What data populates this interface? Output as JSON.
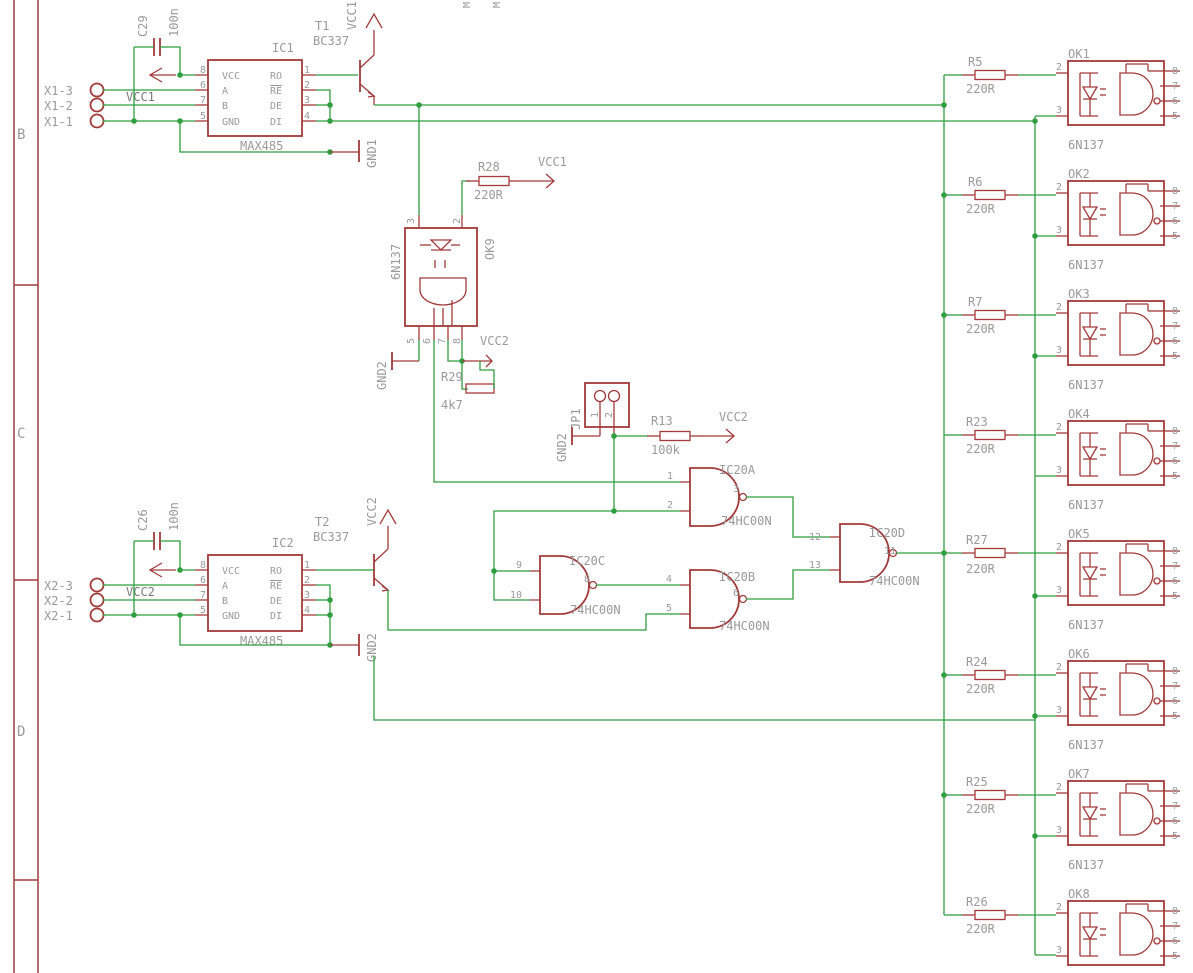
{
  "frame": {
    "rows": [
      "B",
      "C",
      "D"
    ]
  },
  "top_labels": [
    "M",
    "M"
  ],
  "connectors": {
    "x1": [
      "X1-3",
      "X1-2",
      "X1-1"
    ],
    "x2": [
      "X2-3",
      "X2-2",
      "X2-1"
    ]
  },
  "max485_pins_left": [
    "VCC",
    "A",
    "B",
    "GND"
  ],
  "max485_pins_right": [
    "RO",
    "RE",
    "DE",
    "DI"
  ],
  "ic1": {
    "name": "IC1",
    "value": "MAX485",
    "vcc": "VCC1",
    "lpins": [
      "8",
      "6",
      "7",
      "5"
    ],
    "rpins": [
      "1",
      "2",
      "3",
      "4"
    ]
  },
  "ic2": {
    "name": "IC2",
    "value": "MAX485",
    "vcc": "VCC2",
    "lpins": [
      "8",
      "6",
      "7",
      "5"
    ],
    "rpins": [
      "1",
      "2",
      "3",
      "4"
    ]
  },
  "c29": {
    "name": "C29",
    "value": "100n"
  },
  "c26": {
    "name": "C26",
    "value": "100n"
  },
  "t1": {
    "name": "T1",
    "value": "BC337",
    "supply": "VCC1"
  },
  "t2": {
    "name": "T2",
    "value": "BC337",
    "supply": "VCC2"
  },
  "gnd1": "GND1",
  "gnd2": "GND2",
  "ok9": {
    "name": "OK9",
    "value": "6N137",
    "pins": [
      "3",
      "2",
      "5",
      "6",
      "7",
      "8"
    ]
  },
  "r28": {
    "name": "R28",
    "value": "220R",
    "supply": "VCC1"
  },
  "r29": {
    "name": "R29",
    "value": "4k7"
  },
  "vcc2": "VCC2",
  "jp1": {
    "name": "JP1",
    "pins": [
      "1",
      "2"
    ]
  },
  "r13": {
    "name": "R13",
    "value": "100k"
  },
  "gates": {
    "a": {
      "name": "IC20A",
      "value": "74HC00N",
      "in1": "1",
      "in2": "2",
      "out": "3"
    },
    "b": {
      "name": "IC20B",
      "value": "74HC00N",
      "in1": "4",
      "in2": "5",
      "out": "6"
    },
    "c": {
      "name": "IC20C",
      "value": "74HC00N",
      "in1": "9",
      "in2": "10",
      "out": "8"
    },
    "d": {
      "name": "IC20D",
      "value": "74HC00N",
      "in1": "12",
      "in2": "13",
      "out": "11"
    }
  },
  "optos": {
    "value": "6N137",
    "names": [
      "OK1",
      "OK2",
      "OK3",
      "OK4",
      "OK5",
      "OK6",
      "OK7",
      "OK8"
    ],
    "left_pins": [
      "2",
      "3"
    ],
    "right_pins": [
      "8",
      "7",
      "6",
      "5"
    ]
  },
  "resistors": {
    "names": [
      "R5",
      "R6",
      "R7",
      "R23",
      "R27",
      "R24",
      "R25",
      "R26"
    ],
    "value": "220R"
  }
}
